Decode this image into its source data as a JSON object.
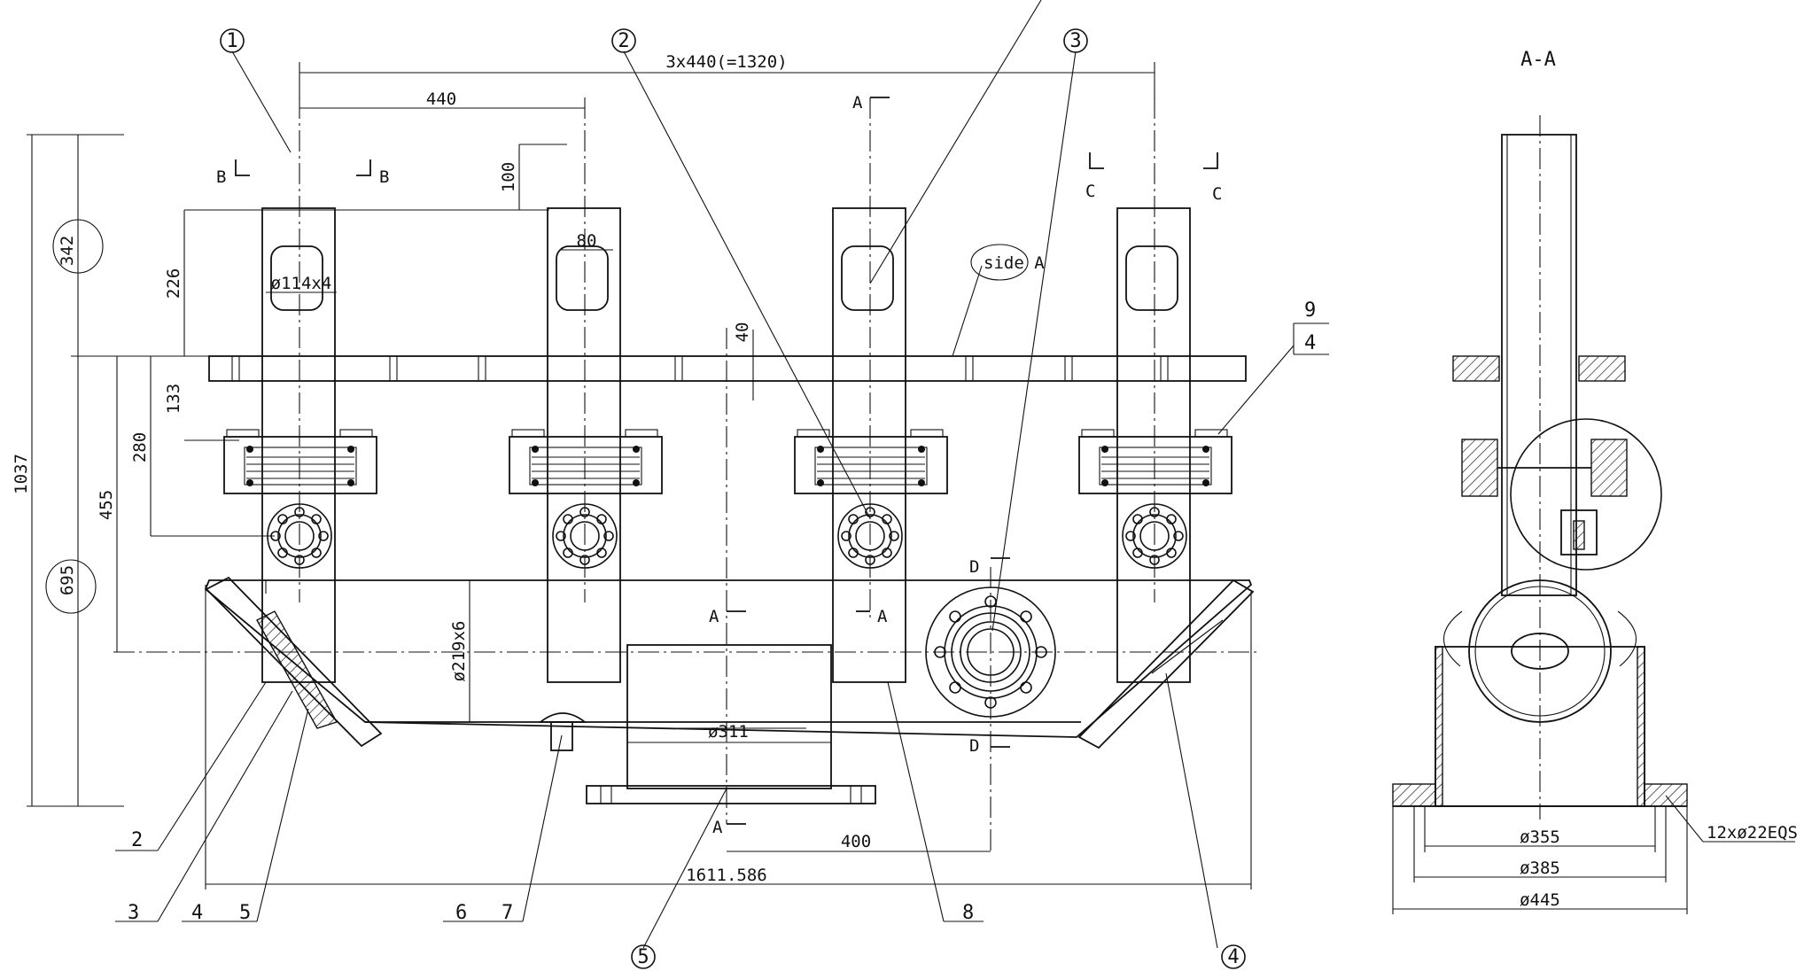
{
  "section_titles": {
    "a_a": "A-A"
  },
  "balloons": [
    "1",
    "2",
    "3",
    "4",
    "5"
  ],
  "part_labels": {
    "p2": "2",
    "p3": "3",
    "p4a": "4",
    "p5a": "5",
    "p6": "6",
    "p7": "7",
    "p8": "8",
    "p9": "9",
    "p4b": "4"
  },
  "dimensions": {
    "spacing_total": "3x440(=1320)",
    "spacing": "440",
    "overall_height": "1037",
    "upper_height": "342",
    "lower_height": "695",
    "d1": "455",
    "d2": "280",
    "d3": "226",
    "d4": "133",
    "d5": "100",
    "d6": "80",
    "d7": "40",
    "pipe_upper": "ø114x4",
    "pipe_main": "ø219x6",
    "pipe_base": "ø311",
    "offset": "400",
    "overall_width": "1611.586",
    "side_d1": "ø355",
    "side_d2": "ø385",
    "side_d3": "ø445",
    "holes": "12xø22EQS"
  },
  "section_marks": {
    "b": "B",
    "c": "C",
    "a": "A",
    "d": "D"
  },
  "notes": {
    "side": "side A"
  }
}
